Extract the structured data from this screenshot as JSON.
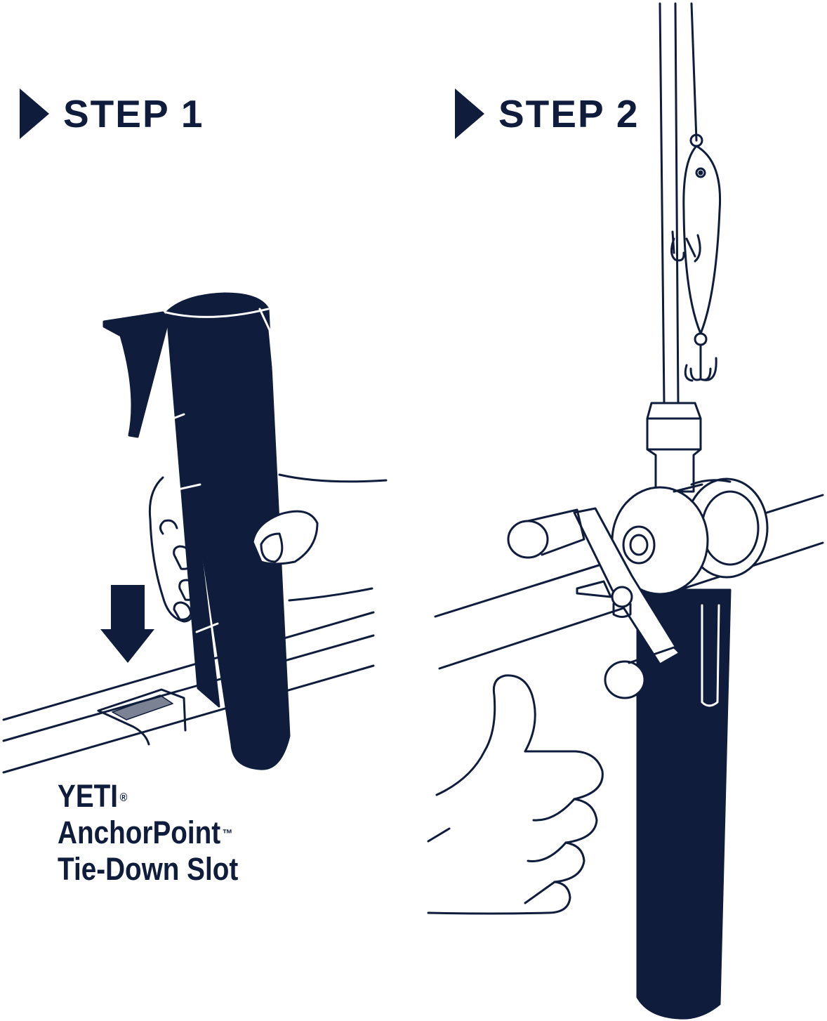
{
  "steps": [
    {
      "label": "STEP 1"
    },
    {
      "label": "STEP 2"
    }
  ],
  "caption": {
    "brand": "YETI",
    "brand_mark": "®",
    "product": "AnchorPoint",
    "product_mark": "™",
    "description": "Tie-Down Slot"
  },
  "colors": {
    "ink": "#0f1c3c",
    "background": "#ffffff"
  },
  "icons": [
    "play-arrow-icon",
    "down-arrow-icon",
    "thumbs-up-icon"
  ]
}
